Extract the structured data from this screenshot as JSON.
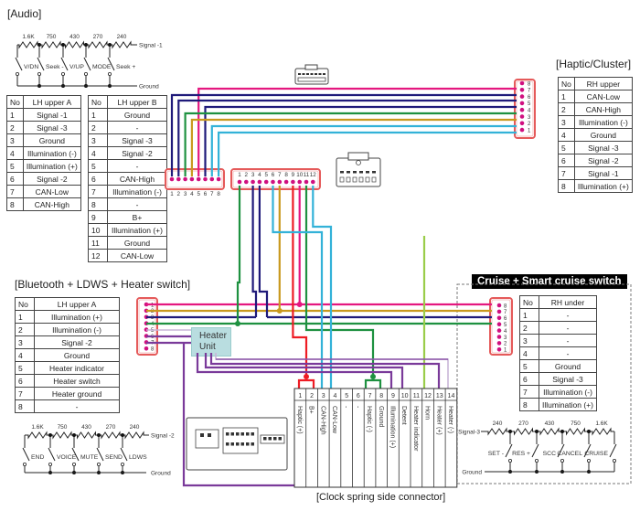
{
  "audio": {
    "title": "[Audio]",
    "resistors": [
      "1.6K",
      "750",
      "430",
      "270",
      "240"
    ],
    "switches": [
      "V/DN",
      "Seek -",
      "V/UP",
      "MODE",
      "Seek +"
    ],
    "signal_label": "Signal -1",
    "ground_label": "Ground"
  },
  "lh_upper_a": {
    "headers": [
      "No",
      "LH upper A"
    ],
    "rows": [
      [
        "1",
        "Signal -1"
      ],
      [
        "2",
        "Signal -3"
      ],
      [
        "3",
        "Ground"
      ],
      [
        "4",
        "Illumination (-)"
      ],
      [
        "5",
        "Illumination (+)"
      ],
      [
        "6",
        "Signal -2"
      ],
      [
        "7",
        "CAN-Low"
      ],
      [
        "8",
        "CAN-High"
      ]
    ]
  },
  "lh_upper_b": {
    "headers": [
      "No",
      "LH upper B"
    ],
    "rows": [
      [
        "1",
        "Ground"
      ],
      [
        "2",
        "-"
      ],
      [
        "3",
        "Signal -3"
      ],
      [
        "4",
        "Signal -2"
      ],
      [
        "5",
        "-"
      ],
      [
        "6",
        "CAN-High"
      ],
      [
        "7",
        "Illumination (-)"
      ],
      [
        "8",
        "-"
      ],
      [
        "9",
        "B+"
      ],
      [
        "10",
        "Illumination (+)"
      ],
      [
        "11",
        "Ground"
      ],
      [
        "12",
        "CAN-Low"
      ]
    ]
  },
  "haptic": {
    "title": "[Haptic/Cluster]",
    "headers": [
      "No",
      "RH upper"
    ],
    "rows": [
      [
        "1",
        "CAN-Low"
      ],
      [
        "2",
        "CAN-High"
      ],
      [
        "3",
        "Illumination (-)"
      ],
      [
        "4",
        "Ground"
      ],
      [
        "5",
        "Signal -3"
      ],
      [
        "6",
        "Signal -2"
      ],
      [
        "7",
        "Signal -1"
      ],
      [
        "8",
        "Illumination (+)"
      ]
    ]
  },
  "bluetooth": {
    "title": "[Bluetooth + LDWS + Heater switch]",
    "headers": [
      "No",
      "LH upper A"
    ],
    "rows": [
      [
        "1",
        "Illumination (+)"
      ],
      [
        "2",
        "Illumination (-)"
      ],
      [
        "3",
        "Signal -2"
      ],
      [
        "4",
        "Ground"
      ],
      [
        "5",
        "Heater indicator"
      ],
      [
        "6",
        "Heater switch"
      ],
      [
        "7",
        "Heater ground"
      ],
      [
        "8",
        "-"
      ]
    ],
    "resistors": [
      "1.6K",
      "750",
      "430",
      "270",
      "240"
    ],
    "switches": [
      "END",
      "VOICE",
      "MUTE",
      "SEND",
      "LDWS"
    ],
    "signal_label": "Signal -2",
    "ground_label": "Ground"
  },
  "cruise": {
    "title": "Cruise + Smart cruise switch",
    "headers": [
      "No",
      "RH under"
    ],
    "rows": [
      [
        "1",
        "-"
      ],
      [
        "2",
        "-"
      ],
      [
        "3",
        "-"
      ],
      [
        "4",
        "-"
      ],
      [
        "5",
        "Ground"
      ],
      [
        "6",
        "Signal -3"
      ],
      [
        "7",
        "Illumination (-)"
      ],
      [
        "8",
        "Illumination (+)"
      ]
    ],
    "resistors": [
      "240",
      "270",
      "430",
      "750",
      "1.6K"
    ],
    "switches": [
      "SET -",
      "RES +",
      "SCC",
      "CANCEL",
      "CRUISE"
    ],
    "signal_label": "Signal-3",
    "ground_label": "Ground"
  },
  "heater_unit": {
    "line1": "Heater",
    "line2": "Unit"
  },
  "clock_spring": {
    "caption": "[Clock spring side connector]",
    "pins": [
      "1",
      "2",
      "3",
      "4",
      "5",
      "6",
      "7",
      "8",
      "9",
      "10",
      "11",
      "12",
      "13",
      "14"
    ],
    "labels": [
      "Haptic (+)",
      "B+",
      "CAN-High",
      "CAN-Low",
      "-",
      "-",
      "Haptic (-)",
      "Ground",
      "Illumination (+)",
      "Detent",
      "Heater indicator",
      "Horn",
      "Heater (+)",
      "Heater (-)"
    ]
  },
  "connector_pins": {
    "c8": [
      "1",
      "2",
      "3",
      "4",
      "5",
      "6",
      "7",
      "8"
    ],
    "c12": [
      "1",
      "2",
      "3",
      "4",
      "5",
      "6",
      "7",
      "8",
      "9",
      "10",
      "11",
      "12"
    ]
  },
  "colors": {
    "pink": "#e4177f",
    "gold": "#c9991e",
    "navy": "#1f1a7a",
    "green": "#1e9140",
    "cyan": "#33b2d8",
    "purple": "#7a3a9a",
    "red": "#ee1c24",
    "lime": "#9acd4a",
    "lilac": "#c9b5d9",
    "connector": "#e55a5a"
  }
}
